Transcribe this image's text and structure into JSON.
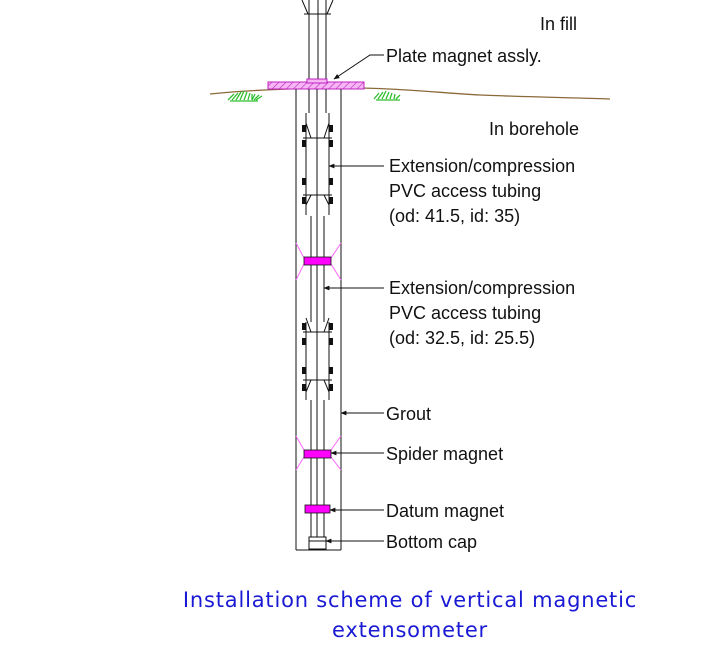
{
  "labels": {
    "in_fill": "In fill",
    "plate_magnet": "Plate magnet assly.",
    "in_borehole": "In borehole",
    "ext1": [
      "Extension/compression",
      "PVC access tubing",
      "(od: 41.5, id: 35)"
    ],
    "ext2": [
      "Extension/compression",
      "PVC access tubing",
      "(od: 32.5, id: 25.5)"
    ],
    "grout": "Grout",
    "spider_magnet": "Spider magnet",
    "datum_magnet": "Datum magnet",
    "bottom_cap": "Bottom cap"
  },
  "caption": {
    "line1": "Installation scheme of vertical magnetic",
    "line2": "extensometer"
  },
  "colors": {
    "magnet": "#ff00ff",
    "ground": "#8b6a3a",
    "grass": "#2fbf2f",
    "caption": "#1a1ad4",
    "line": "#111111"
  }
}
